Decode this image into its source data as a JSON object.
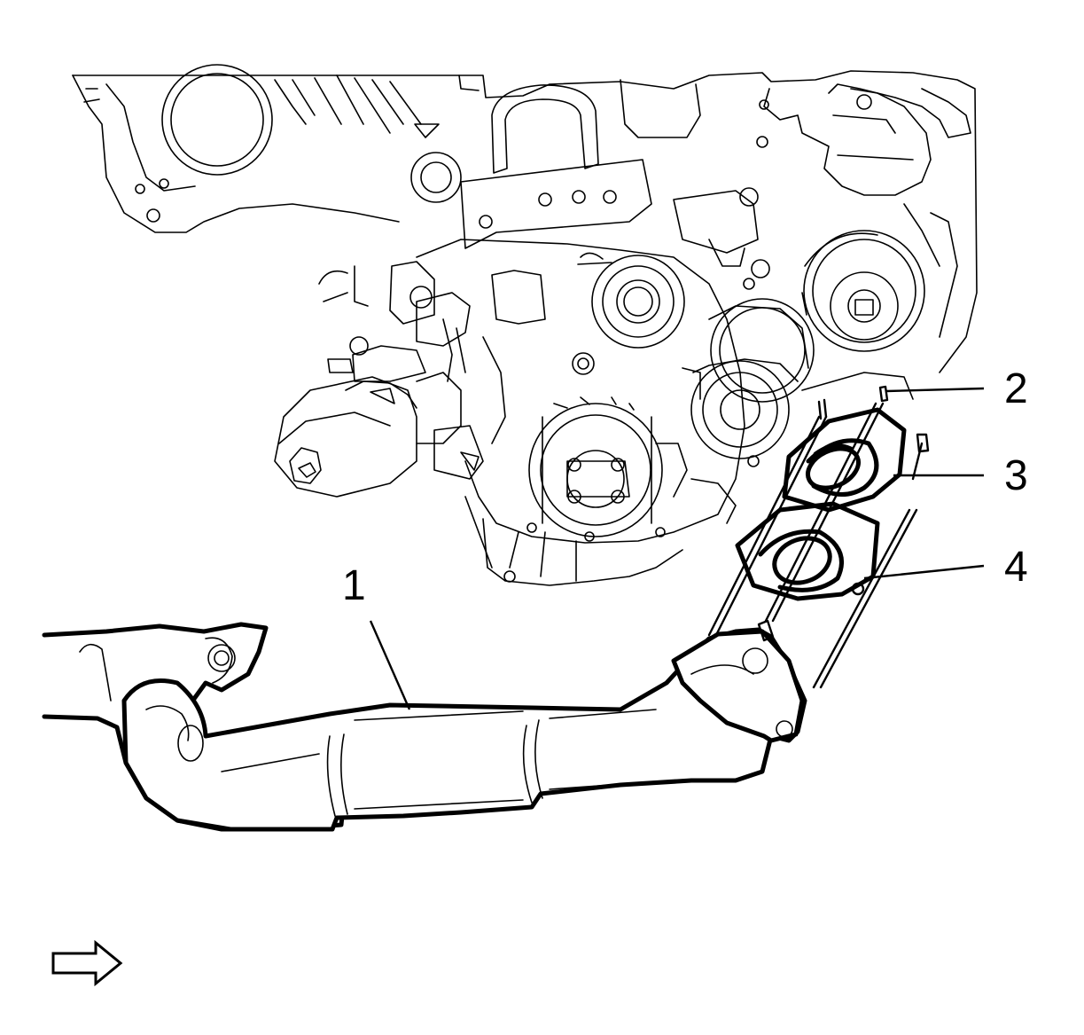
{
  "callouts": [
    {
      "id": "1",
      "label": "1"
    },
    {
      "id": "2",
      "label": "2"
    },
    {
      "id": "3",
      "label": "3"
    },
    {
      "id": "4",
      "label": "4"
    }
  ],
  "orientation_arrow": {
    "icon": "right-arrow-icon",
    "direction": "right"
  },
  "colors": {
    "line": "#000000",
    "background": "#ffffff"
  }
}
